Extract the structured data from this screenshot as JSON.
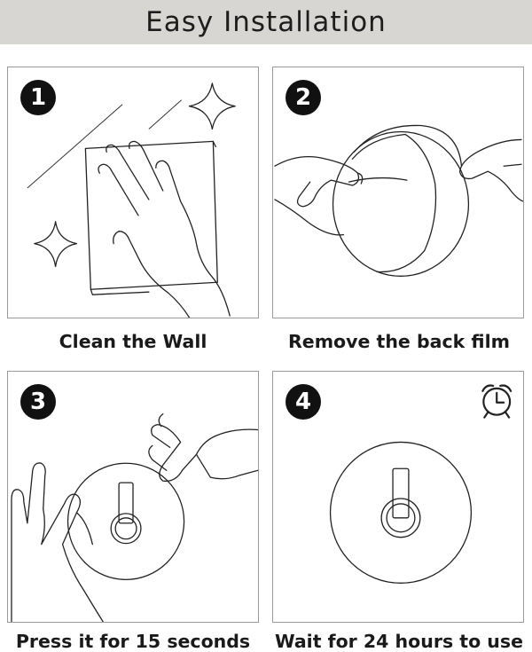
{
  "header": {
    "title": "Easy Installation"
  },
  "steps": [
    {
      "number": "1",
      "caption": "Clean the Wall"
    },
    {
      "number": "2",
      "caption": "Remove the back film"
    },
    {
      "number": "3",
      "caption": "Press it for 15 seconds"
    },
    {
      "number": "4",
      "caption": "Wait for 24 hours to use"
    }
  ],
  "icons": {
    "step1": [
      "sparkle-icon",
      "cloth-icon",
      "hand-icon"
    ],
    "step2": [
      "adhesive-disc-icon",
      "hand-icon"
    ],
    "step3": [
      "hook-icon",
      "hand-icon"
    ],
    "step4": [
      "hook-icon",
      "alarm-clock-icon"
    ]
  }
}
